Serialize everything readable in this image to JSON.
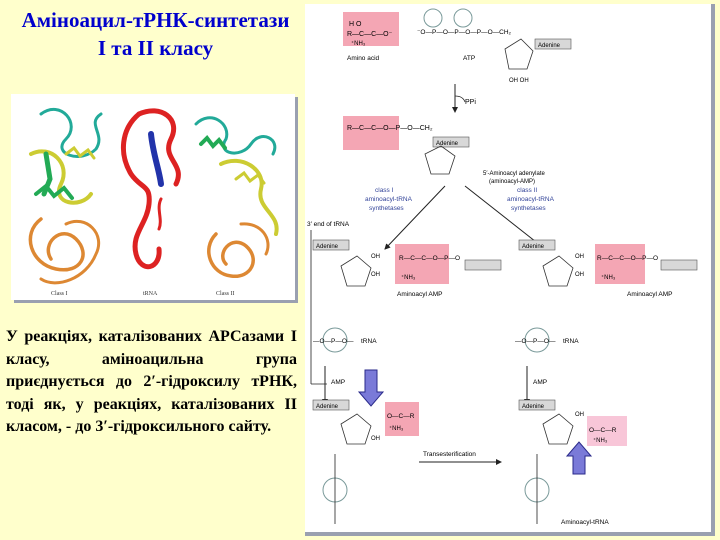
{
  "slide": {
    "title_line1": "Аміноацил-тРНК-синтетази",
    "title_line2": "I та II класу",
    "body": "У реакціях, каталізованих АРСазами I класу, аміноацильна група приєднується до 2′-гідроксилу тРНК, тоді як, у реакціях, каталізованих II класом, - до 3′-гідроксильного сайту."
  },
  "protein_figure": {
    "label_left": "Class I",
    "label_middle": "tRNA",
    "label_right": "Class II"
  },
  "diagram": {
    "amino_acid_label": "Amino acid",
    "atp_label": "ATP",
    "ppi_label": "PPi",
    "adenine": "Adenine",
    "intermediate_label_1": "5′-Aminoacyl adenylate",
    "intermediate_label_2": "(aminoacyl-AMP)",
    "class1_label_1": "class I",
    "class1_label_2": "aminoacyl-tRNA",
    "class1_label_3": "synthetases",
    "class2_label_1": "class II",
    "class2_label_2": "aminoacyl-tRNA",
    "class2_label_3": "synthetases",
    "trna_end_label": "3′ end of tRNA",
    "aminoacyl_amp_left": "Aminoacyl AMP",
    "aminoacyl_amp_right": "Aminoacyl AMP",
    "trna_left": "tRNA",
    "trna_right": "tRNA",
    "amp_left": "AMP",
    "amp_right": "AMP",
    "transesterification": "Transesterification",
    "final_label": "Aminoacyl-tRNA",
    "oh": "OH",
    "nh3": "⁺NH₃",
    "r": "R",
    "h": "H",
    "c": "C",
    "o": "O",
    "p": "P"
  },
  "colors": {
    "title": "#0000cc",
    "slide_bg": "#ffffcc",
    "highlight_red": "#f4a6b4",
    "highlight_pink": "#f8c6d8",
    "highlight_gray": "#d8d8d8",
    "arrow_blue": "#7a7ad8",
    "label_blue": "#334499"
  }
}
